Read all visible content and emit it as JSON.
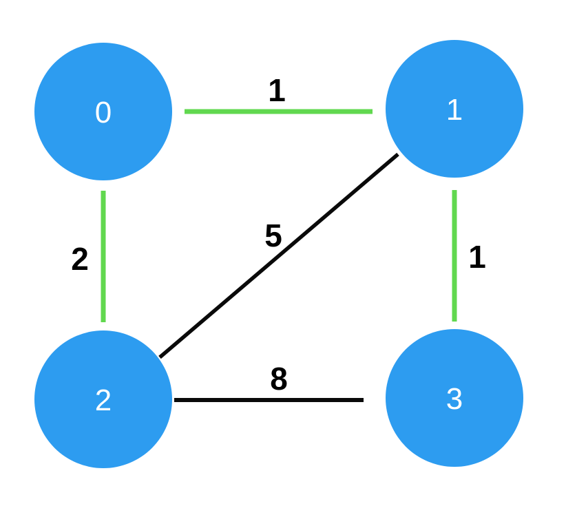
{
  "diagram": {
    "type": "weighted-undirected-graph",
    "background_color": "#ffffff",
    "node_fill_color": "#2d9cf0",
    "node_label_color": "#ffffff",
    "highlight_edge_color": "#61d84f",
    "default_edge_color": "#0a0a0a",
    "weight_label_color": "#000000",
    "nodes": [
      {
        "label": "0"
      },
      {
        "label": "1"
      },
      {
        "label": "2"
      },
      {
        "label": "3"
      }
    ],
    "edges": [
      {
        "from": "0",
        "to": "1",
        "weight": "1",
        "color": "#61d84f"
      },
      {
        "from": "0",
        "to": "2",
        "weight": "2",
        "color": "#61d84f"
      },
      {
        "from": "1",
        "to": "2",
        "weight": "5",
        "color": "#0a0a0a"
      },
      {
        "from": "1",
        "to": "3",
        "weight": "1",
        "color": "#61d84f"
      },
      {
        "from": "2",
        "to": "3",
        "weight": "8",
        "color": "#0a0a0a"
      }
    ]
  }
}
